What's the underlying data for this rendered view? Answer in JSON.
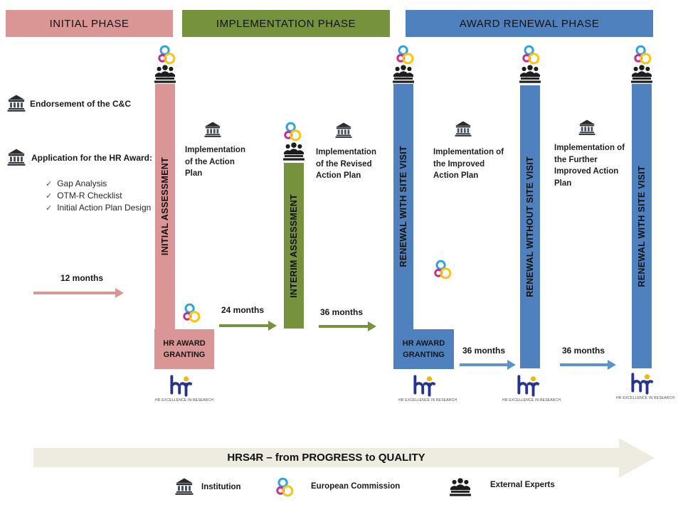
{
  "phases": [
    {
      "label": "INITIAL PHASE",
      "color": "#D99694"
    },
    {
      "label": "IMPLEMENTATION PHASE",
      "color": "#76923C"
    },
    {
      "label": "AWARD RENEWAL PHASE",
      "color": "#4E81BD"
    }
  ],
  "left_panel": {
    "endorsement": "Endorsement of the C&C",
    "application": "Application for the HR Award:",
    "checklist": [
      "Gap Analysis",
      "OTM-R Checklist",
      "Initial Action Plan Design"
    ]
  },
  "bars": [
    {
      "label": "INITIAL ASSESSMENT",
      "color": "#D99694"
    },
    {
      "label": "INTERIM ASSESSMENT",
      "color": "#76923C"
    },
    {
      "label": "RENEWAL WITH SITE VISIT",
      "color": "#4E81BD"
    },
    {
      "label": "RENEWAL WITHOUT SITE VISIT",
      "color": "#4E81BD"
    },
    {
      "label": "RENEWAL WITH SITE VISIT",
      "color": "#4E81BD"
    }
  ],
  "award_boxes": [
    {
      "label": "HR AWARD GRANTING"
    },
    {
      "label": "HR AWARD GRANTING"
    }
  ],
  "notes": [
    {
      "text": "Implementation of the Action Plan"
    },
    {
      "text": "Implementation of the Revised Action Plan"
    },
    {
      "text": "Implementation of the Improved Action Plan"
    },
    {
      "text": "Implementation of the Further Improved Action Plan"
    }
  ],
  "durations": [
    {
      "label": "12 months",
      "color": "#D99694"
    },
    {
      "label": "24 months",
      "color": "#76923C"
    },
    {
      "label": "36 months",
      "color": "#76923C"
    },
    {
      "label": "36 months",
      "color": "#4E81BD"
    },
    {
      "label": "36 months",
      "color": "#4E81BD"
    }
  ],
  "hr_logo": {
    "caption": "HR EXCELLENCE IN RESEARCH"
  },
  "footer_arrow": {
    "label": "HRS4R – from PROGRESS to QUALITY"
  },
  "legend": {
    "institution": "Institution",
    "european_commission": "European Commission",
    "external_experts": "External Experts"
  },
  "checkmark": "✓",
  "icon_colors": {
    "ec_blue": "#2EA3DC",
    "ec_magenta": "#C5308F",
    "ec_yellow": "#FFC20E",
    "experts": "#1c1c1c",
    "institution_roof": "#2b2b2b",
    "institution_columns": "#44546A",
    "hr_logo_blue": "#27348B",
    "hr_logo_yellow": "#F6B40E",
    "footer": "#EEECE1"
  }
}
